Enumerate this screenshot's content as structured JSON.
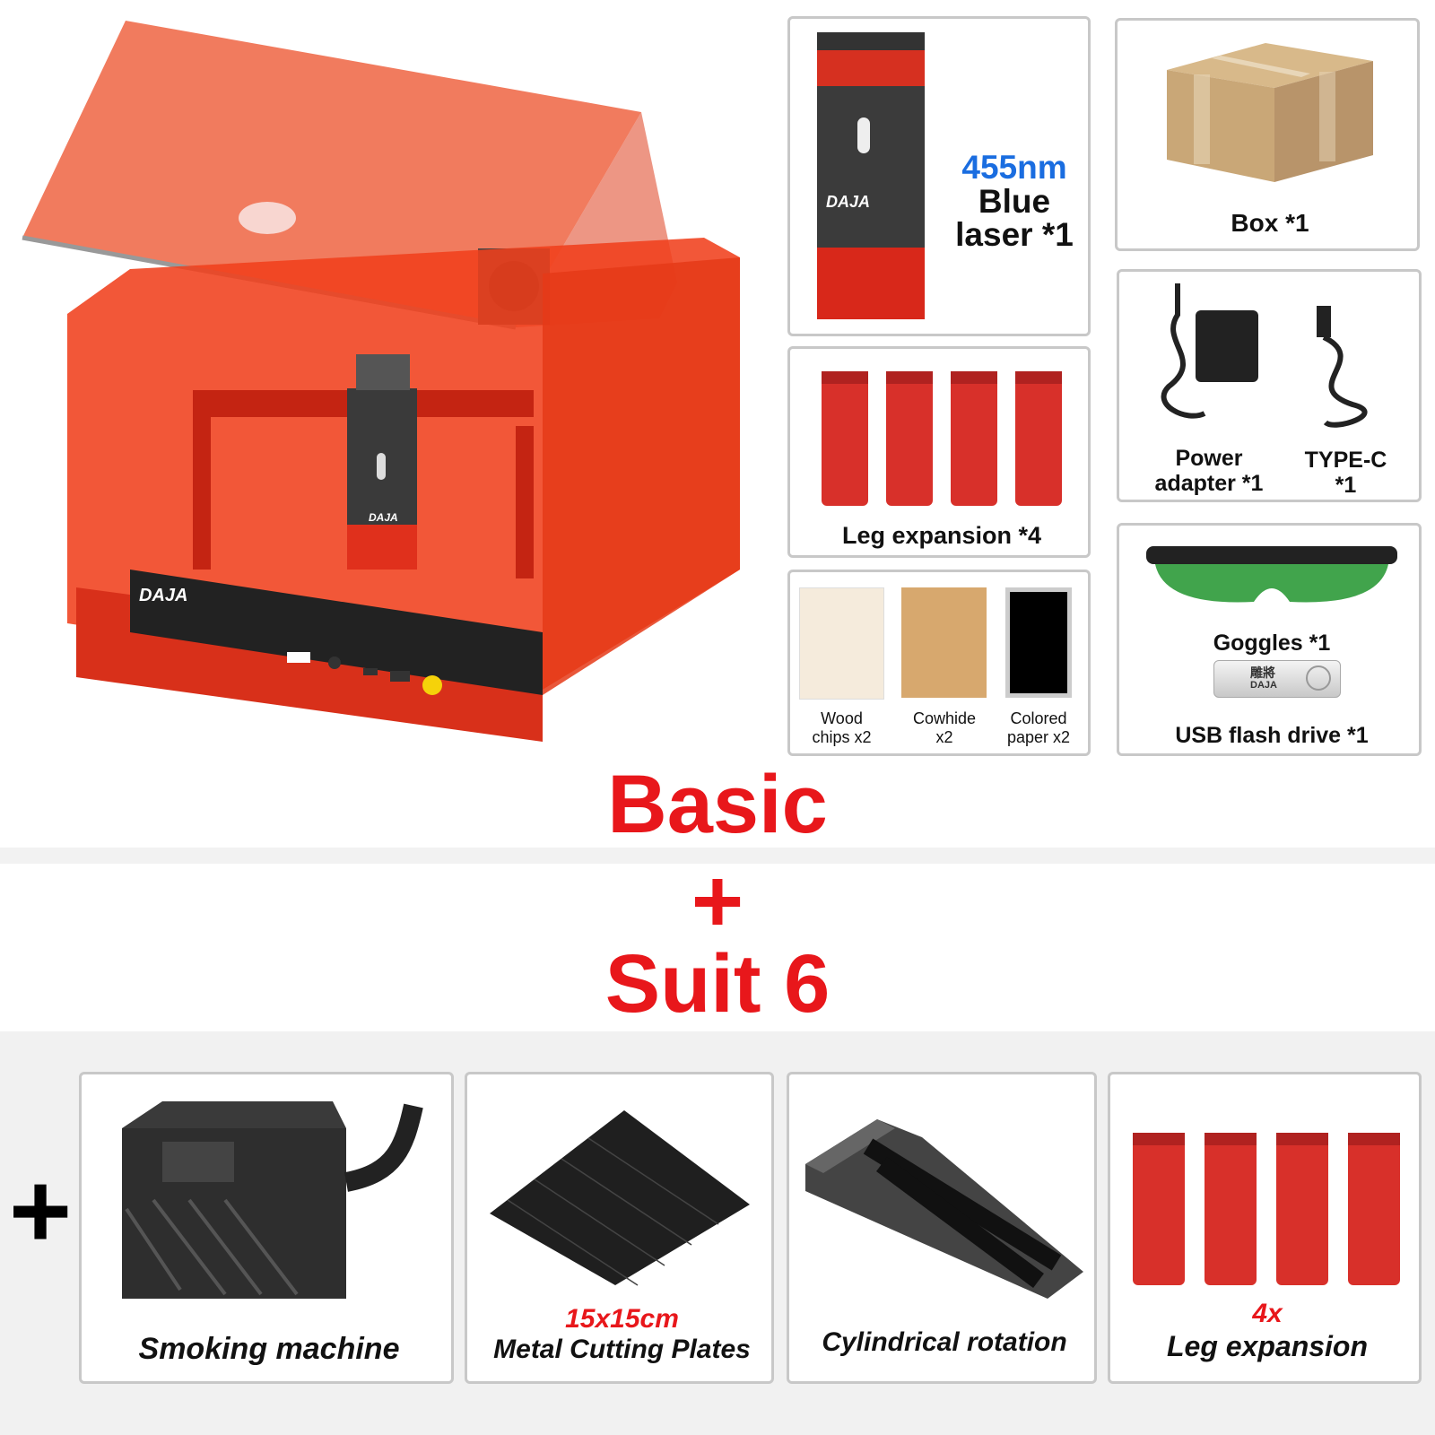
{
  "brand": "DAJA",
  "colors": {
    "accent_red": "#e8171b",
    "laser_blue": "#1a6de0",
    "border_grey": "#c8c8c8"
  },
  "basic_items": {
    "laser": {
      "wavelength": "455nm",
      "line2": "Blue",
      "line3": "laser *1"
    },
    "box": "Box *1",
    "legs": "Leg expansion *4",
    "power": {
      "line1": "Power",
      "line2": "adapter *1"
    },
    "typec": {
      "line1": "TYPE-C",
      "line2": "*1"
    },
    "materials": [
      {
        "line1": "Wood",
        "line2": "chips x2"
      },
      {
        "line1": "Cowhide",
        "line2": "x2"
      },
      {
        "line1": "Colored",
        "line2": "paper x2"
      }
    ],
    "goggles": "Goggles *1",
    "usb_brand_cn": "雕將",
    "usb_brand": "DAJA",
    "usb": "USB flash drive *1"
  },
  "headline": {
    "basic": "Basic",
    "plus": "+",
    "suit": "Suit 6"
  },
  "suit_items": {
    "plus": "+",
    "smoking": "Smoking machine",
    "plates": {
      "size": "15x15cm",
      "name": "Metal Cutting Plates"
    },
    "rotation": "Cylindrical rotation",
    "legs": {
      "count": "4x",
      "name": "Leg expansion"
    }
  }
}
